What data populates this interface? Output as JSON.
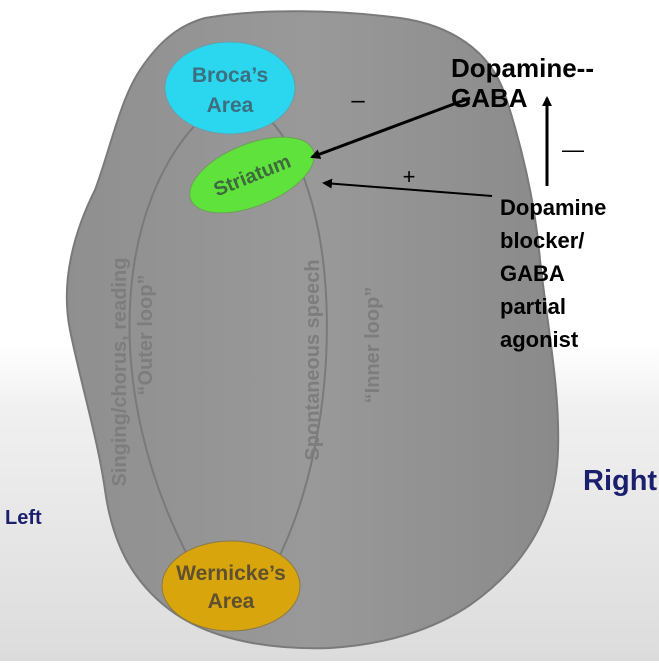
{
  "regions": {
    "broca": {
      "line1": "Broca’s",
      "line2": "Area"
    },
    "striatum": {
      "label": "Striatum"
    },
    "wernicke": {
      "line1": "Wernicke’s",
      "line2": "Area"
    }
  },
  "loops": {
    "outer_top": "Singing/chorus, reading",
    "outer_bottom": "“Outer loop”",
    "spontaneous": "Spontaneous speech",
    "inner": "“Inner loop”"
  },
  "drug": {
    "target": {
      "line1": "Dopamine--",
      "line2": "GABA"
    },
    "blocker": {
      "line1": "Dopamine",
      "line2": "blocker/",
      "line3": "GABA",
      "line4": "partial",
      "line5": "agonist"
    }
  },
  "signs": {
    "minus_left": "–",
    "minus_right": "—",
    "plus": "+"
  },
  "sides": {
    "left": "Left",
    "right": "Right"
  },
  "colors": {
    "brain": "#8c8c8c",
    "broca": "#2ad7ee",
    "striatum": "#5fe23b",
    "wernicke": "#d9a50c"
  }
}
